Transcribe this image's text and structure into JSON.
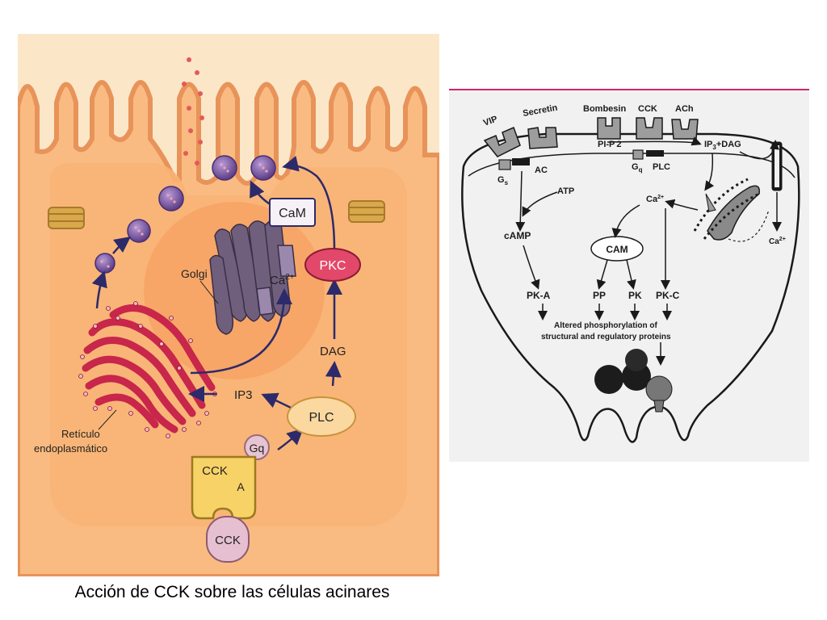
{
  "caption": "Acción de CCK sobre las células acinares",
  "left_diagram": {
    "labels": {
      "cam": "CaM",
      "golgi": "Golgi",
      "ca": "Ca",
      "ca_sup": "2+",
      "pkc": "PKC",
      "dag": "DAG",
      "ip3": "IP3",
      "plc": "PLC",
      "gq": "Gq",
      "receptor": "CCK",
      "receptor_sub": "A",
      "ligand": "CCK",
      "er_line1": "Retículo",
      "er_line2": "endoplasmático"
    },
    "colors": {
      "background": "#fbe7c8",
      "cell": "#f9bb82",
      "cell_border": "#e8935a",
      "nucleus": "#f6a465",
      "basal": "#f5c843",
      "er": "#c8264b",
      "golgi": "#6f5f7c",
      "arrow": "#2d2a6b",
      "vesicle": "#7e59a4",
      "pkc": "#e2486a"
    }
  },
  "right_diagram": {
    "labels": {
      "vip": "VIP",
      "secretin": "Secretin",
      "bombesin": "Bombesin",
      "cck": "CCK",
      "ach": "ACh",
      "gs": "G",
      "gs_sub": "s",
      "ac": "AC",
      "atp": "ATP",
      "pip2": "PI-P",
      "pip2_sub": "2",
      "gq": "G",
      "gq_sub": "q",
      "plc": "PLC",
      "ip3dag_a": "IP",
      "ip3dag_sub": "3",
      "ip3dag_b": "+DAG",
      "ca": "Ca",
      "ca_sup": "2+",
      "camp": "cAMP",
      "cam": "CAM",
      "pka": "PK-A",
      "pp": "PP",
      "pk": "PK",
      "pkc": "PK-C",
      "result_line1": "Altered phosphorylation of",
      "result_line2": "structural and regulatory proteins",
      "ca_out": "Ca",
      "ca_out_sup": "2+"
    },
    "colors": {
      "rule": "#d1236b",
      "ink": "#1a1a1a",
      "receptor_fill": "#9d9d9d",
      "granule_dark": "#1c1c1c",
      "granule_grey": "#777777"
    }
  }
}
